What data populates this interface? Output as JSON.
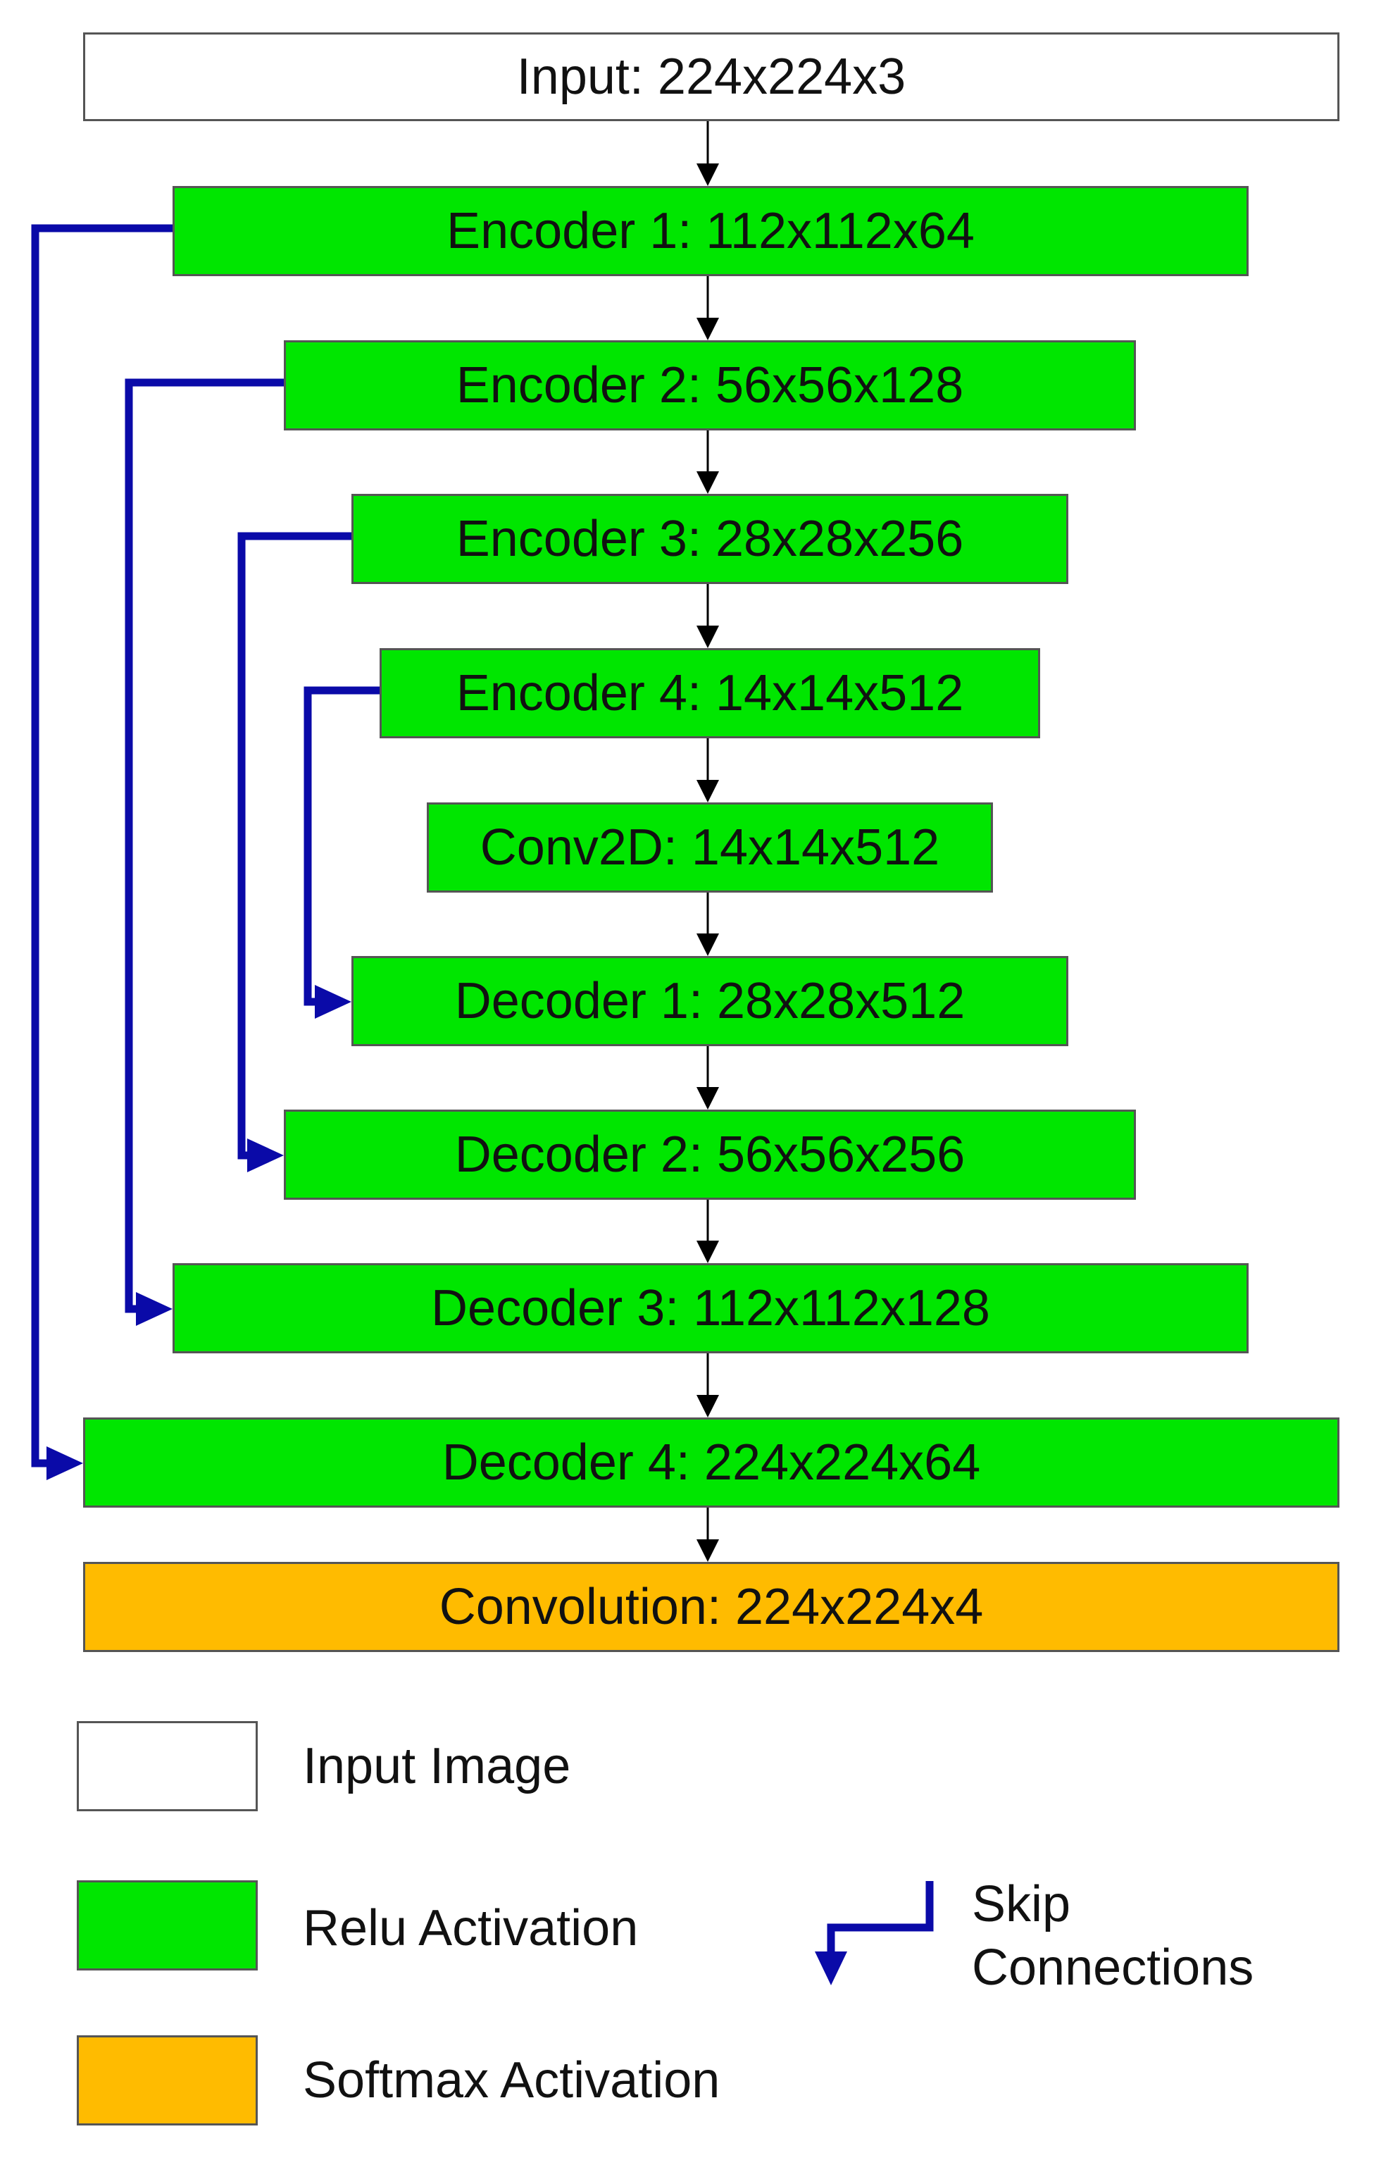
{
  "colors": {
    "input": "#ffffff",
    "relu": "#00e600",
    "softmax": "#ffbb00",
    "skip": "#0a0aa8",
    "arrow": "#000000"
  },
  "layers": [
    {
      "id": "input",
      "label": "Input: 224x224x3",
      "kind": "input"
    },
    {
      "id": "encoder-1",
      "label": "Encoder 1: 112x112x64",
      "kind": "relu"
    },
    {
      "id": "encoder-2",
      "label": "Encoder 2: 56x56x128",
      "kind": "relu"
    },
    {
      "id": "encoder-3",
      "label": "Encoder 3: 28x28x256",
      "kind": "relu"
    },
    {
      "id": "encoder-4",
      "label": "Encoder 4: 14x14x512",
      "kind": "relu"
    },
    {
      "id": "conv2d",
      "label": "Conv2D: 14x14x512",
      "kind": "relu"
    },
    {
      "id": "decoder-1",
      "label": "Decoder 1: 28x28x512",
      "kind": "relu"
    },
    {
      "id": "decoder-2",
      "label": "Decoder 2: 56x56x256",
      "kind": "relu"
    },
    {
      "id": "decoder-3",
      "label": "Decoder 3: 112x112x128",
      "kind": "relu"
    },
    {
      "id": "decoder-4",
      "label": "Decoder 4: 224x224x64",
      "kind": "relu"
    },
    {
      "id": "convolution",
      "label": "Convolution: 224x224x4",
      "kind": "softmax"
    }
  ],
  "skip_connections": [
    {
      "from": "encoder-1",
      "to": "decoder-4"
    },
    {
      "from": "encoder-2",
      "to": "decoder-3"
    },
    {
      "from": "encoder-3",
      "to": "decoder-2"
    },
    {
      "from": "encoder-4",
      "to": "decoder-1"
    }
  ],
  "legend": {
    "input_label": "Input Image",
    "relu_label": "Relu Activation",
    "softmax_label": "Softmax Activation",
    "skip_label": "Skip Connections"
  }
}
